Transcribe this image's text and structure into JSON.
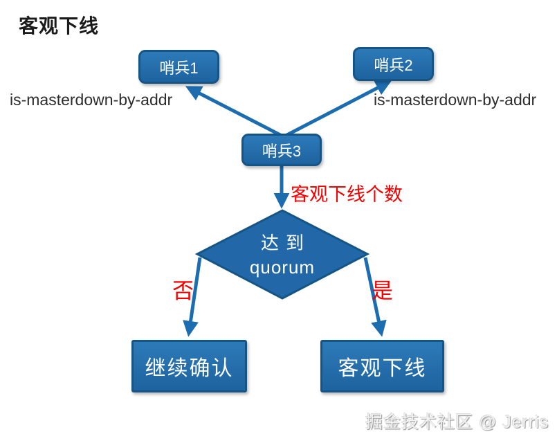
{
  "title": "客观下线",
  "diagram": {
    "nodes": {
      "sentinel1": {
        "label": "哨兵1"
      },
      "sentinel2": {
        "label": "哨兵2"
      },
      "sentinel3": {
        "label": "哨兵3"
      },
      "decision": {
        "line1": "达到",
        "line2": "quorum"
      },
      "continue_confirm": {
        "label": "继续确认"
      },
      "objective_offline": {
        "label": "客观下线"
      }
    },
    "labels": {
      "left_query": "is-masterdown-by-addr",
      "right_query": "is-masterdown-by-addr",
      "offline_count": "客观下线个数",
      "no": "否",
      "yes": "是"
    }
  },
  "watermark": "掘金技术社区 @ Jerris",
  "colors": {
    "node_fill": "#2068AC",
    "node_border": "#155586",
    "arrow": "#1C6CB0",
    "red_label": "#F50000",
    "title_text": "#1B1B1B",
    "query_label_text": "#2D2D2D",
    "node_text": "#FFFFFF"
  }
}
